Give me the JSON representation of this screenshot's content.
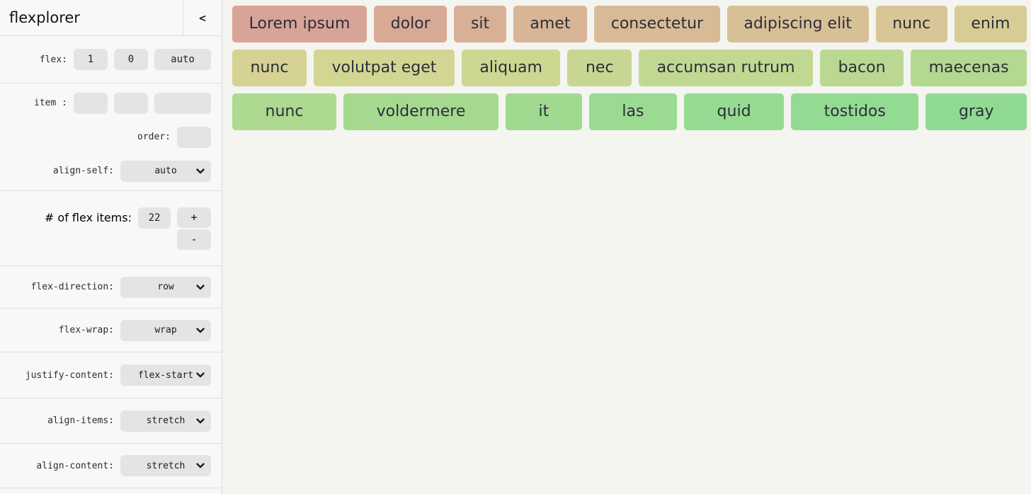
{
  "header": {
    "title": "flexplorer",
    "collapse_icon": "<"
  },
  "sidebar": {
    "flex": {
      "label": "flex:",
      "grow": "1",
      "shrink": "0",
      "basis": "auto"
    },
    "item": {
      "label": "item :",
      "grow": "",
      "shrink": "",
      "basis": ""
    },
    "order": {
      "label": "order:",
      "value": ""
    },
    "align_self": {
      "label": "align-self:",
      "value": "auto"
    },
    "count": {
      "label": "# of flex items:",
      "value": "22",
      "increment_label": "+",
      "decrement_label": "-"
    },
    "flex_direction": {
      "label": "flex-direction:",
      "value": "row"
    },
    "flex_wrap": {
      "label": "flex-wrap:",
      "value": "wrap"
    },
    "justify_content": {
      "label": "justify-content:",
      "value": "flex-start"
    },
    "align_items": {
      "label": "align-items:",
      "value": "stretch"
    },
    "align_content": {
      "label": "align-content:",
      "value": "stretch"
    }
  },
  "stage": {
    "rows": [
      {
        "items": [
          {
            "label": "Lorem ipsum",
            "color": "#d8a497"
          },
          {
            "label": "dolor",
            "color": "#d8aa96"
          },
          {
            "label": "sit",
            "color": "#d8b096"
          },
          {
            "label": "amet",
            "color": "#d8b596"
          },
          {
            "label": "consectetur",
            "color": "#d8bb96"
          },
          {
            "label": "adipiscing elit",
            "color": "#d8c096"
          },
          {
            "label": "nunc",
            "color": "#d8c696"
          },
          {
            "label": "enim",
            "color": "#d7cc95"
          }
        ]
      },
      {
        "items": [
          {
            "label": "nunc",
            "color": "#d6d294"
          },
          {
            "label": "volutpat eget",
            "color": "#d3d693"
          },
          {
            "label": "aliquam",
            "color": "#cdd792"
          },
          {
            "label": "nec",
            "color": "#c7d792"
          },
          {
            "label": "accumsan rutrum",
            "color": "#c1d892"
          },
          {
            "label": "bacon",
            "color": "#bad891"
          },
          {
            "label": "maecenas",
            "color": "#b3d890"
          }
        ]
      },
      {
        "items": [
          {
            "label": "nunc",
            "color": "#add990"
          },
          {
            "label": "voldermere",
            "color": "#a6d990"
          },
          {
            "label": "it",
            "color": "#a0d990"
          },
          {
            "label": "las",
            "color": "#9bda91"
          },
          {
            "label": "quid",
            "color": "#97da92"
          },
          {
            "label": "tostidos",
            "color": "#93da93"
          },
          {
            "label": "gray",
            "color": "#90da94"
          }
        ]
      }
    ]
  }
}
